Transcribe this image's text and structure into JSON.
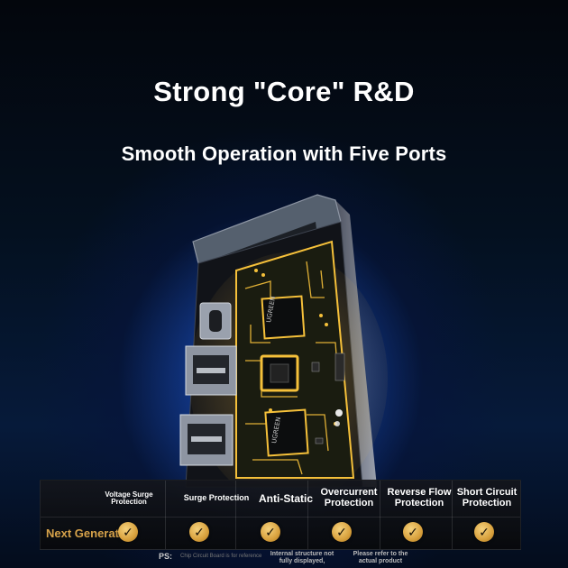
{
  "header": {
    "title": "Strong \"Core\" R&D",
    "subtitle": "Smooth Operation with Five Ports"
  },
  "device": {
    "chip_brand": "UGREEN"
  },
  "table": {
    "columns": [
      "Voltage Surge Protection",
      "Surge Protection",
      "Anti-Static",
      "Overcurrent Protection",
      "Reverse Flow Protection",
      "Short Circuit Protection"
    ],
    "row_label": "Next Generation",
    "check_symbol": "✓"
  },
  "footer": {
    "ps_label": "PS:",
    "ps_small": "Chip Circuit Board is for reference",
    "note_structure": "Internal structure not fully displayed,",
    "note_refer": "Please refer to the actual product"
  },
  "colors": {
    "accent_gold": "#d6a24a",
    "glow_blue": "#2a6ed8"
  }
}
